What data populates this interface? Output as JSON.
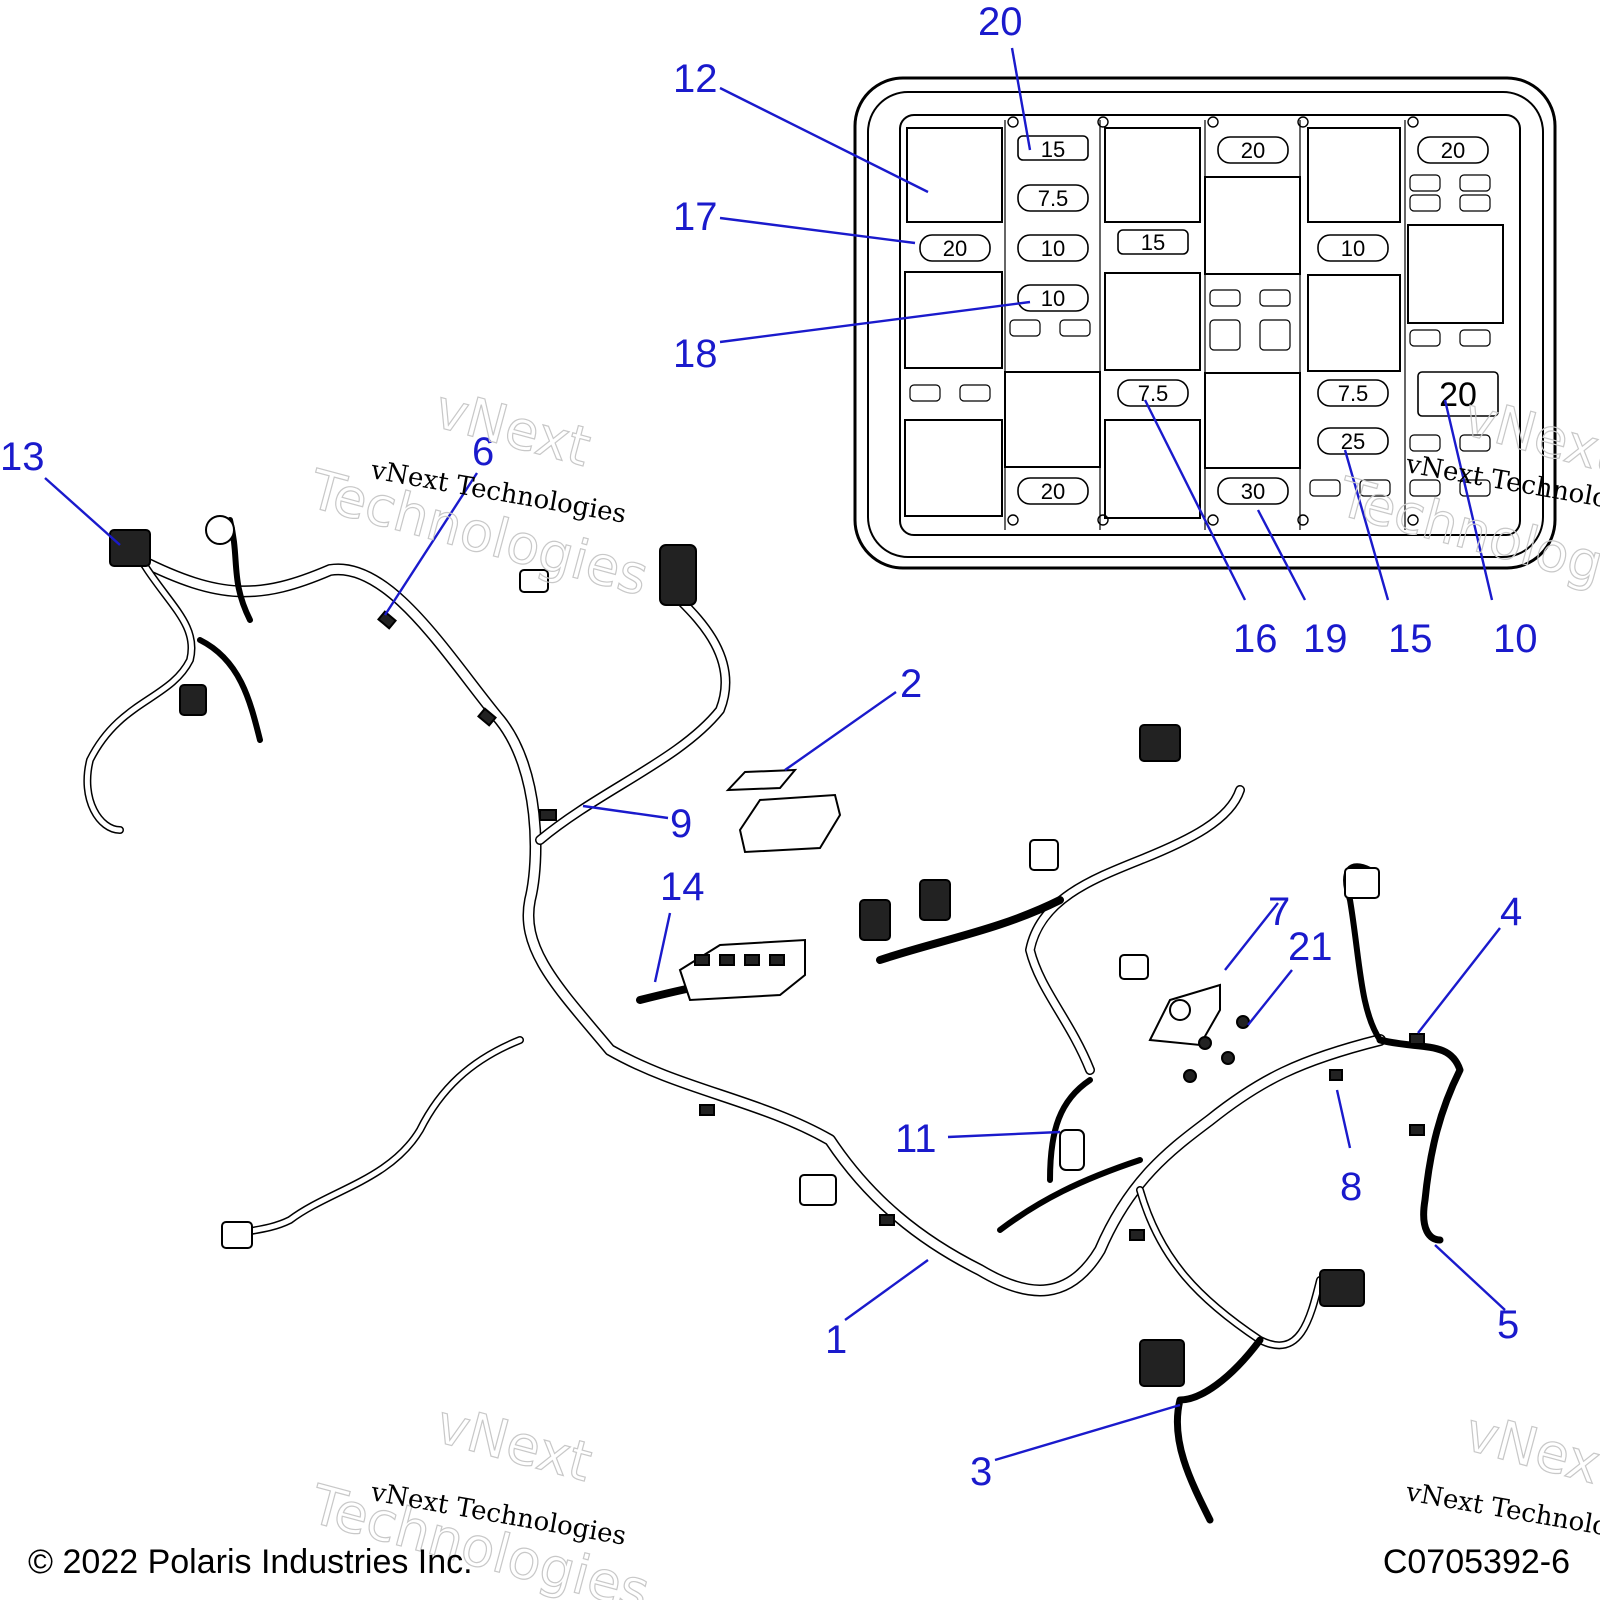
{
  "callouts": [
    {
      "id": "c1",
      "label": "1"
    },
    {
      "id": "c2",
      "label": "2"
    },
    {
      "id": "c3",
      "label": "3"
    },
    {
      "id": "c4",
      "label": "4"
    },
    {
      "id": "c5",
      "label": "5"
    },
    {
      "id": "c6",
      "label": "6"
    },
    {
      "id": "c7",
      "label": "7"
    },
    {
      "id": "c8",
      "label": "8"
    },
    {
      "id": "c9",
      "label": "9"
    },
    {
      "id": "c10",
      "label": "10"
    },
    {
      "id": "c11",
      "label": "11"
    },
    {
      "id": "c12",
      "label": "12"
    },
    {
      "id": "c13",
      "label": "13"
    },
    {
      "id": "c14",
      "label": "14"
    },
    {
      "id": "c15",
      "label": "15"
    },
    {
      "id": "c16",
      "label": "16"
    },
    {
      "id": "c17",
      "label": "17"
    },
    {
      "id": "c18",
      "label": "18"
    },
    {
      "id": "c19",
      "label": "19"
    },
    {
      "id": "c20",
      "label": "20"
    },
    {
      "id": "c21",
      "label": "21"
    }
  ],
  "fuse_ratings": {
    "f1": "15",
    "f2": "7.5",
    "f3": "20",
    "f4": "10",
    "f5": "10",
    "f6": "15",
    "f7": "20",
    "f8": "10",
    "f9": "20",
    "f10": "7.5",
    "f11": "7.5",
    "f12": "25",
    "f13": "20",
    "f14": "20",
    "f15": "30"
  },
  "watermark": {
    "line1": "vNext Technologies",
    "big1": "vNext",
    "big2": "Technologies"
  },
  "footer": {
    "copyright": "© 2022 Polaris Industries Inc.",
    "code": "C0705392-6"
  },
  "colors": {
    "callout": "#1a1acc",
    "line": "#000000"
  }
}
